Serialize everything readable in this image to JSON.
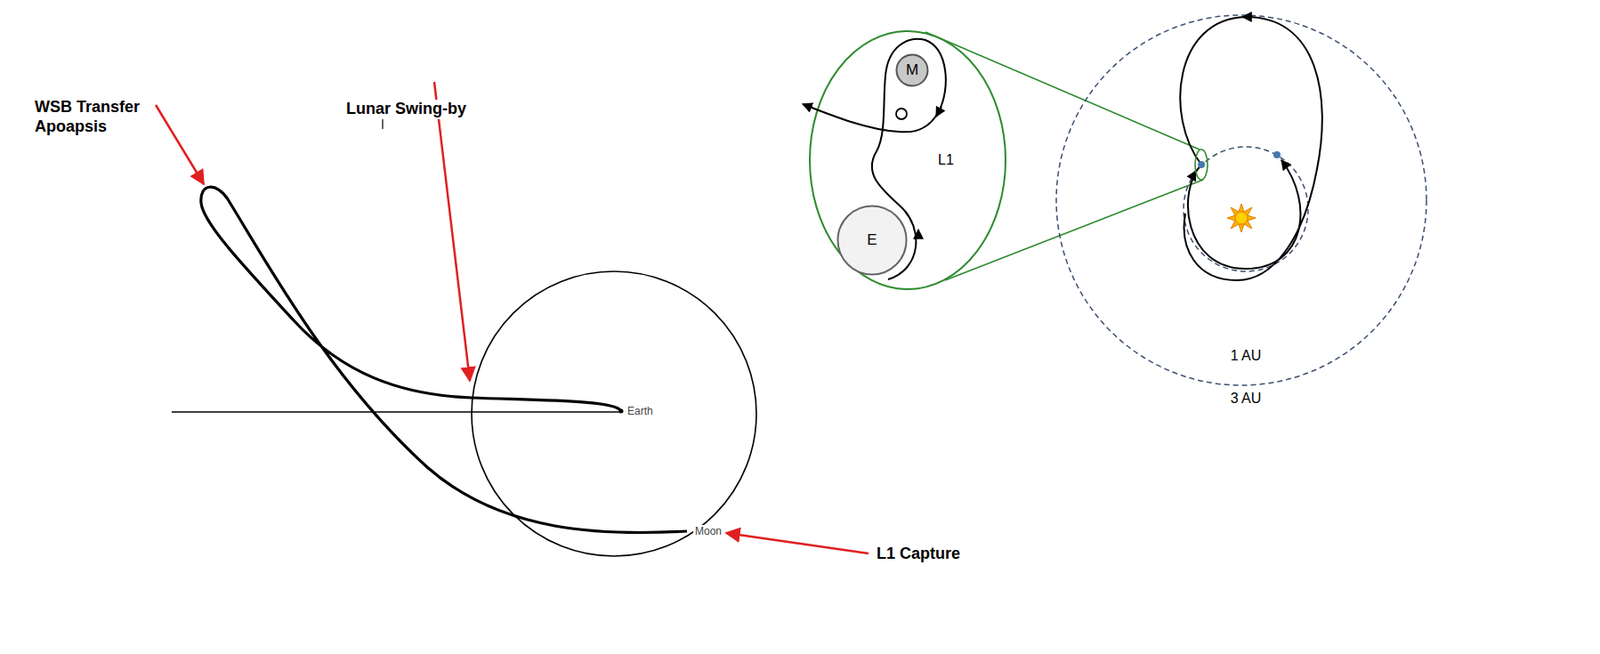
{
  "diagram": {
    "nodes": [
      {
        "text": [
          "M"
        ]
      },
      {
        "text": [
          "E"
        ]
      }
    ],
    "labels": [
      "WSB Transfer Apoapsis",
      "Lunar Swing-by",
      "L1 Capture",
      "Earth",
      "Moon",
      "L1",
      "1 AU",
      "3 AU"
    ]
  }
}
